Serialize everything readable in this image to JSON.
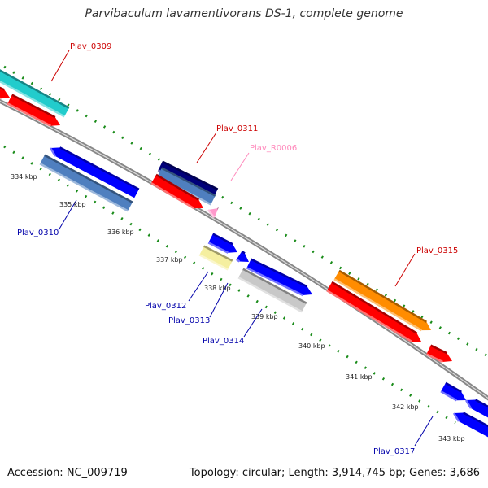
{
  "title": "Parvibaculum lavamentivorans DS-1, complete genome",
  "accession": "Accession: NC_009719",
  "summary": "Topology: circular; Length: 3,914,745 bp; Genes: 3,686",
  "colors": {
    "red": "#ff0000",
    "blue": "#0000ff",
    "cyan": "#22cccc",
    "steelblue": "#4f7fbf",
    "navy": "#00007a",
    "orange": "#ff8c00",
    "pink": "#ff99cc",
    "paleyellow": "#f5efa0",
    "lightgray": "#c8c8c8",
    "label_red": "#cc0000",
    "label_blue": "#0000aa",
    "label_pink": "#ff88bb",
    "tick_green": "#1a8c1a",
    "backbone": "#888888"
  },
  "ticks": [
    "334 kbp",
    "335 kbp",
    "336 kbp",
    "337 kbp",
    "338 kbp",
    "339 kbp",
    "340 kbp",
    "341 kbp",
    "342 kbp",
    "343 kbp"
  ],
  "gene_labels": [
    "Plav_0309",
    "Plav_0310",
    "Plav_0311",
    "Plav_R0006",
    "Plav_0312",
    "Plav_0313",
    "Plav_0314",
    "Plav_0315",
    "Plav_0317"
  ]
}
